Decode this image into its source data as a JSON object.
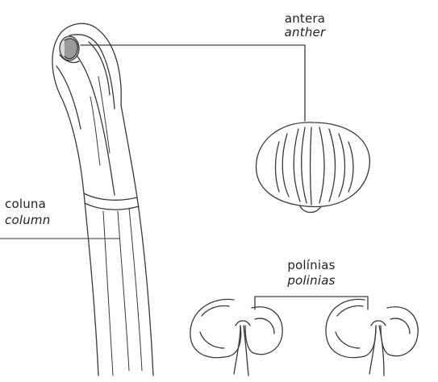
{
  "labels": {
    "anther": {
      "pt": "antera",
      "en": "anther"
    },
    "column": {
      "pt": "coluna",
      "en": "column"
    },
    "pollinia": {
      "pt": "polínias",
      "en": "polinias"
    }
  },
  "colors": {
    "ink": "#3a3a3a",
    "label_text": "#222222",
    "shading": "#9a9a9a",
    "background": "#ffffff"
  }
}
